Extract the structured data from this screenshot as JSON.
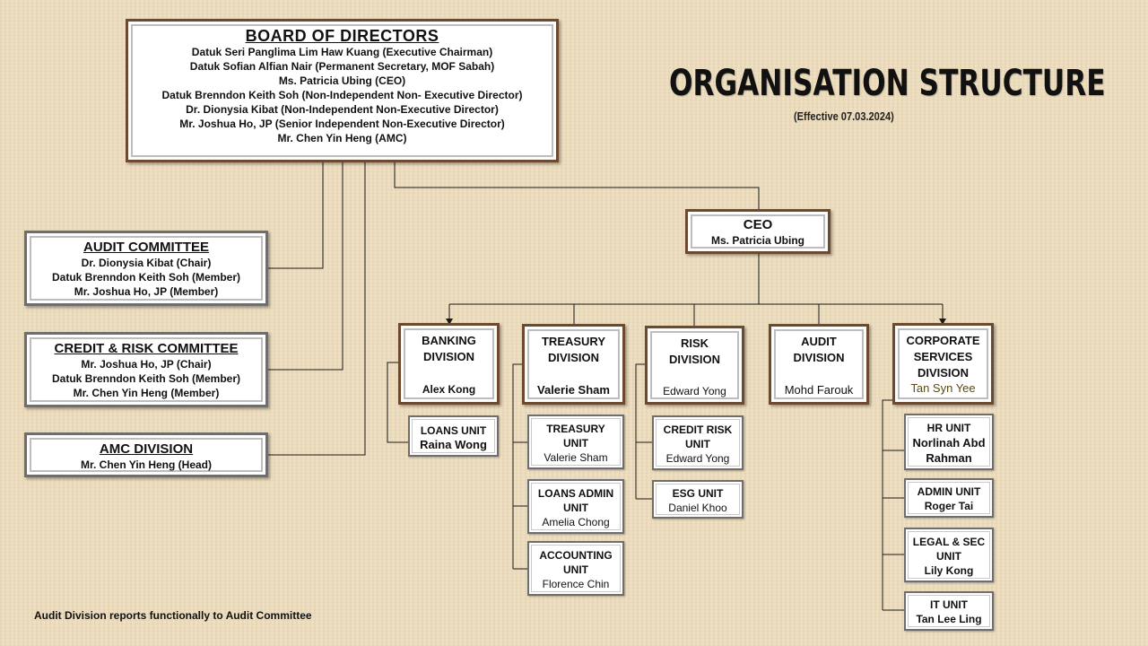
{
  "title": "ORGANISATION STRUCTURE",
  "effective": "(Effective 07.03.2024)",
  "footnote": "Audit Division reports functionally to Audit Committee",
  "board": {
    "title": "BOARD OF DIRECTORS",
    "members": [
      "Datuk Seri Panglima Lim Haw Kuang (Executive Chairman)",
      "Datuk Sofian Alfian Nair (Permanent Secretary, MOF Sabah)",
      "Ms. Patricia Ubing (CEO)",
      "Datuk Brenndon Keith Soh (Non-Independent Non- Executive Director)",
      "Dr. Dionysia Kibat (Non-Independent Non-Executive Director)",
      "Mr. Joshua Ho, JP (Senior Independent Non-Executive Director)",
      "Mr. Chen Yin Heng (AMC)"
    ]
  },
  "committees": {
    "audit": {
      "title": "AUDIT COMMITTEE",
      "members": [
        "Dr. Dionysia Kibat (Chair)",
        "Datuk Brenndon Keith Soh (Member)",
        "Mr. Joshua Ho, JP (Member)"
      ]
    },
    "credit": {
      "title": "CREDIT & RISK COMMITTEE",
      "members": [
        "Mr. Joshua Ho, JP (Chair)",
        "Datuk Brenndon Keith Soh (Member)",
        "Mr. Chen Yin Heng (Member)"
      ]
    },
    "amc": {
      "title": "AMC DIVISION",
      "members": [
        "Mr. Chen Yin Heng (Head)"
      ]
    }
  },
  "ceo": {
    "title": "CEO",
    "name": "Ms. Patricia Ubing"
  },
  "divisions": {
    "banking": {
      "title1": "BANKING",
      "title2": "DIVISION",
      "head": "Alex Kong"
    },
    "treasury": {
      "title1": "TREASURY",
      "title2": "DIVISION",
      "head": "Valerie Sham"
    },
    "risk": {
      "title1": "RISK",
      "title2": "DIVISION",
      "head": "Edward Yong"
    },
    "audit": {
      "title1": "AUDIT",
      "title2": "DIVISION",
      "head": "Mohd Farouk"
    },
    "corporate": {
      "title1": "CORPORATE",
      "title2": "SERVICES",
      "title3": "DIVISION",
      "head": "Tan Syn Yee"
    }
  },
  "units": {
    "loans": {
      "title": "LOANS UNIT",
      "head": "Raina Wong"
    },
    "treasury_unit": {
      "title1": "TREASURY",
      "title2": "UNIT",
      "head": "Valerie  Sham"
    },
    "loans_admin": {
      "title1": "LOANS ADMIN",
      "title2": "UNIT",
      "head": "Amelia  Chong"
    },
    "accounting": {
      "title1": "ACCOUNTING",
      "title2": "UNIT",
      "head": "Florence  Chin"
    },
    "credit_risk": {
      "title1": "CREDIT RISK",
      "title2": "UNIT",
      "head": "Edward  Yong"
    },
    "esg": {
      "title": "ESG UNIT",
      "head": "Daniel  Khoo"
    },
    "hr": {
      "title": "HR UNIT",
      "head1": "Norlinah Abd",
      "head2": "Rahman"
    },
    "admin": {
      "title": "ADMIN UNIT",
      "head": "Roger Tai"
    },
    "legal": {
      "title1": "LEGAL & SEC",
      "title2": "UNIT",
      "head": "Lily Kong"
    },
    "it": {
      "title": "IT UNIT",
      "head": "Tan Lee Ling"
    }
  }
}
